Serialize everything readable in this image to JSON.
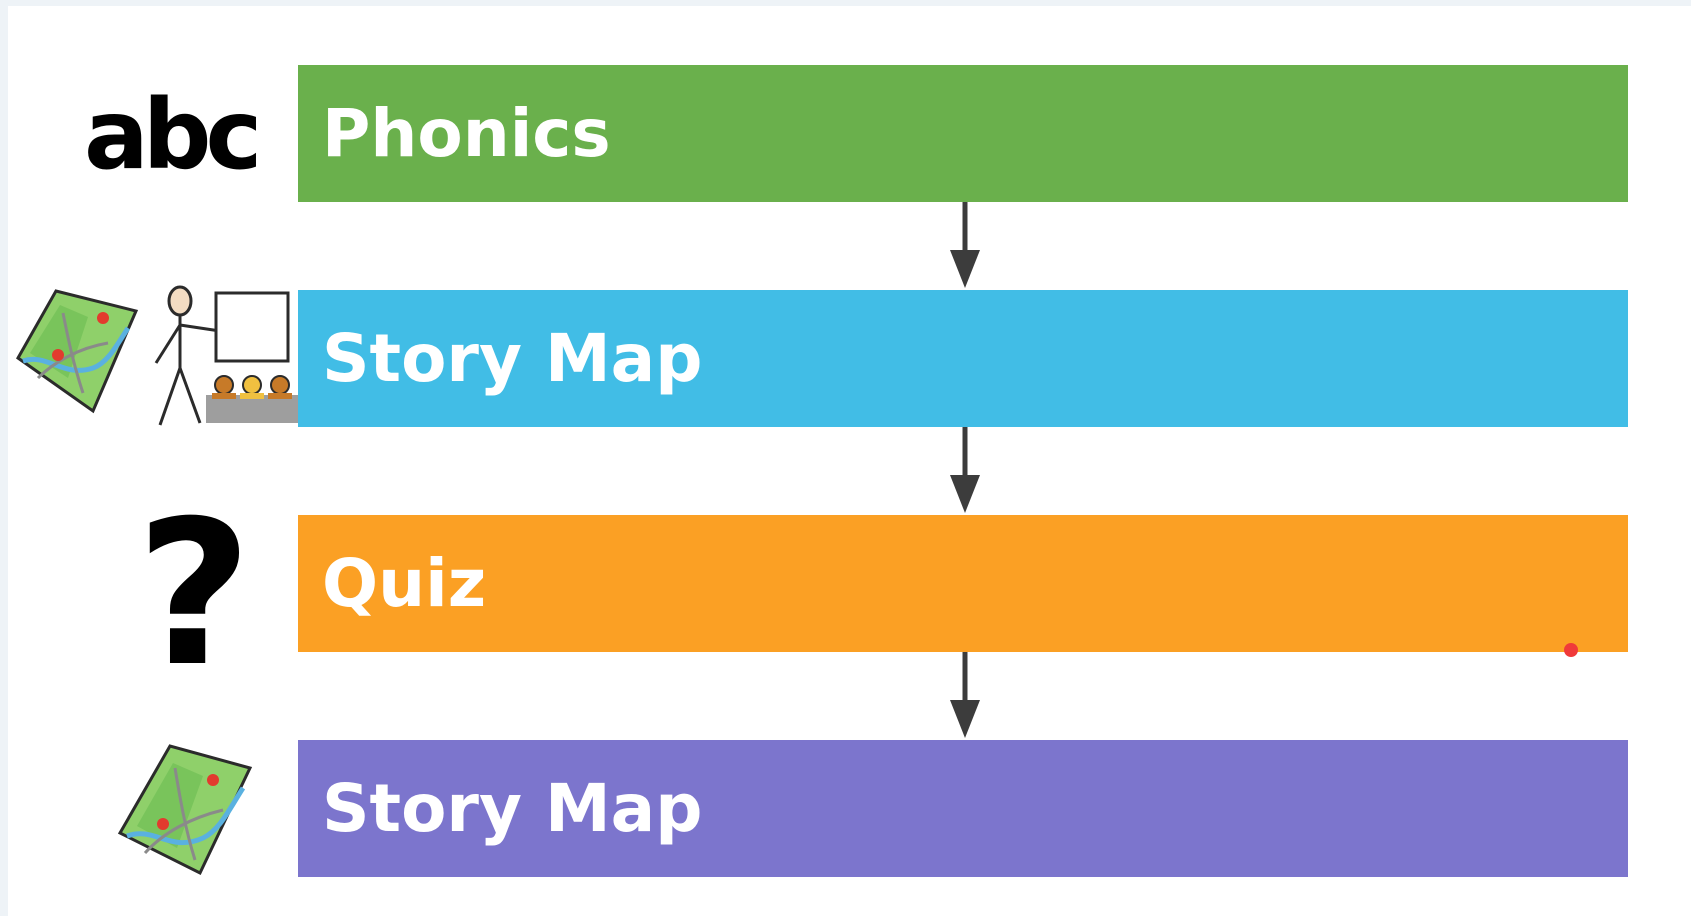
{
  "steps": [
    {
      "label": "Phonics",
      "color": "#6ab04c",
      "icon": "abc-text-icon"
    },
    {
      "label": "Story Map",
      "color": "#41bde6",
      "icon": "map-and-teacher-icon"
    },
    {
      "label": "Quiz",
      "color": "#fba024",
      "icon": "question-mark-icon"
    },
    {
      "label": "Story Map",
      "color": "#7c75cd",
      "icon": "map-icon"
    }
  ],
  "icons": {
    "abc_text": "abc",
    "question_mark": "?"
  },
  "colors": {
    "arrow": "#3c3c3c",
    "laser_dot": "#f03a3a"
  }
}
